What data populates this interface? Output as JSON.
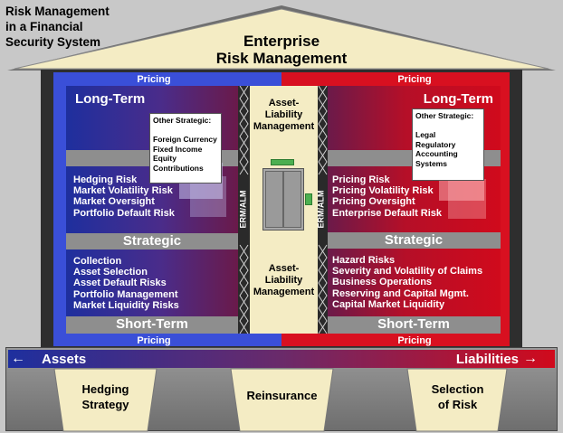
{
  "title_lines": [
    "Risk Management",
    "in a Financial",
    "Security System"
  ],
  "roof": {
    "line1": "Enterprise",
    "line2": "Risk Management"
  },
  "pricing": [
    "Pricing",
    "Pricing",
    "Pricing",
    "Pricing"
  ],
  "column": {
    "label_left": "ERM/ALM",
    "label_right": "ERM/ALM",
    "top_text": [
      "Asset-",
      "Liability",
      "Management"
    ],
    "bottom_text": [
      "Asset-",
      "Liability",
      "Management"
    ]
  },
  "left": {
    "longterm": "Long-Term",
    "other_box": [
      "Other Strategic:",
      "",
      "Foreign Currency",
      "Fixed Income",
      "Equity",
      "Contributions"
    ],
    "risks": [
      "Hedging Risk",
      "Market Volatility Risk",
      "Market Oversight",
      "Portfolio Default Risk"
    ],
    "strategic": "Strategic",
    "short_items": [
      "Collection",
      "Asset Selection",
      "Asset Default Risks",
      "Portfolio Management",
      "Market Liquidity Risks"
    ],
    "shortterm": "Short-Term"
  },
  "right": {
    "longterm": "Long-Term",
    "other_box": [
      "Other Strategic:",
      "",
      "Legal",
      "Regulatory",
      "Accounting",
      "Systems"
    ],
    "risks": [
      "Pricing Risk",
      "Pricing Volatility Risk",
      "Pricing Oversight",
      "Enterprise Default Risk"
    ],
    "strategic": "Strategic",
    "short_items": [
      "Hazard Risks",
      "Severity and Volatility of Claims",
      "Business Operations",
      "Reserving and Capital Mgmt.",
      "Capital Market Liquidity"
    ],
    "shortterm": "Short-Term"
  },
  "foundation": {
    "assets": "Assets",
    "liabilities": "Liabilities",
    "pillars": [
      [
        "Hedging",
        "Strategy"
      ],
      [
        "Reinsurance"
      ],
      [
        "Selection",
        "of Risk"
      ]
    ]
  },
  "colors": {
    "blue": "#1e2f9e",
    "red": "#d00a1c",
    "gray": "#8e8e8e",
    "cream": "#f4ecc4"
  }
}
